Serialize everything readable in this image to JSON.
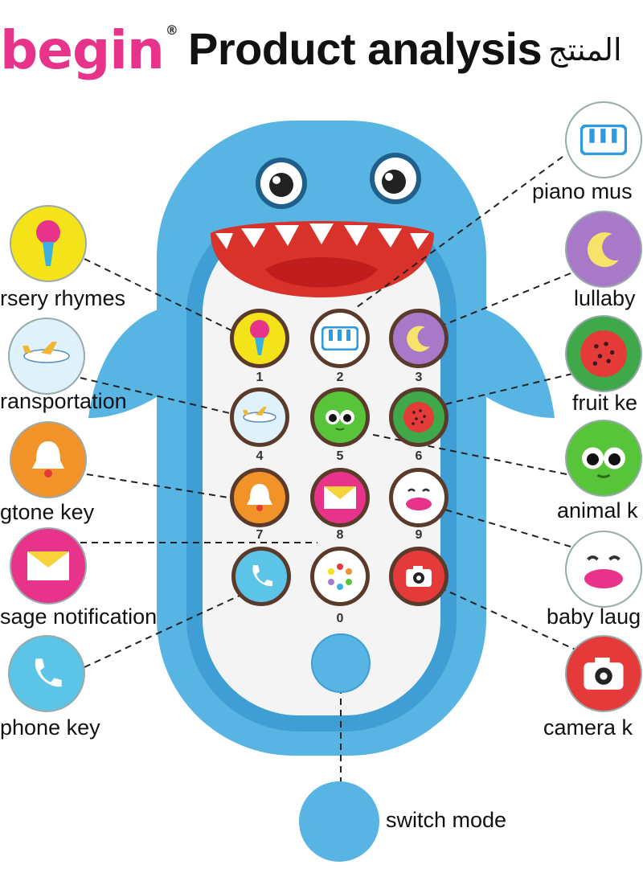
{
  "header": {
    "logo_text": "begin",
    "logo_mark": "®",
    "title": "Product analysis",
    "arabic_title": "المنتج"
  },
  "left_labels": {
    "nursery": "rsery rhymes",
    "transport": "ransportation",
    "ringtone": "gtone key",
    "message": "sage notification",
    "phone": "phone key"
  },
  "right_labels": {
    "piano": "piano mus",
    "lullaby": "lullaby",
    "fruit": "fruit ke",
    "animal": "animal k",
    "baby": "baby laug",
    "camera": "camera k"
  },
  "bottom_label": "switch mode",
  "keypad": {
    "numbers": [
      "1",
      "2",
      "3",
      "4",
      "5",
      "6",
      "7",
      "8",
      "9",
      "0"
    ]
  },
  "colors": {
    "shark_blue": "#58b4e2",
    "shark_dark": "#2f8fc4",
    "mouth_red": "#d9322a",
    "brand_pink": "#e8338a"
  },
  "icons": {
    "nursery": "microphone-icon",
    "transport": "airplane-icon",
    "ringtone": "bell-icon",
    "message": "envelope-icon",
    "phone": "phone-icon",
    "piano": "piano-icon",
    "lullaby": "moon-icon",
    "fruit": "watermelon-icon",
    "animal": "frog-icon",
    "baby": "baby-face-icon",
    "camera": "camera-icon",
    "dots": "color-dots-icon"
  }
}
